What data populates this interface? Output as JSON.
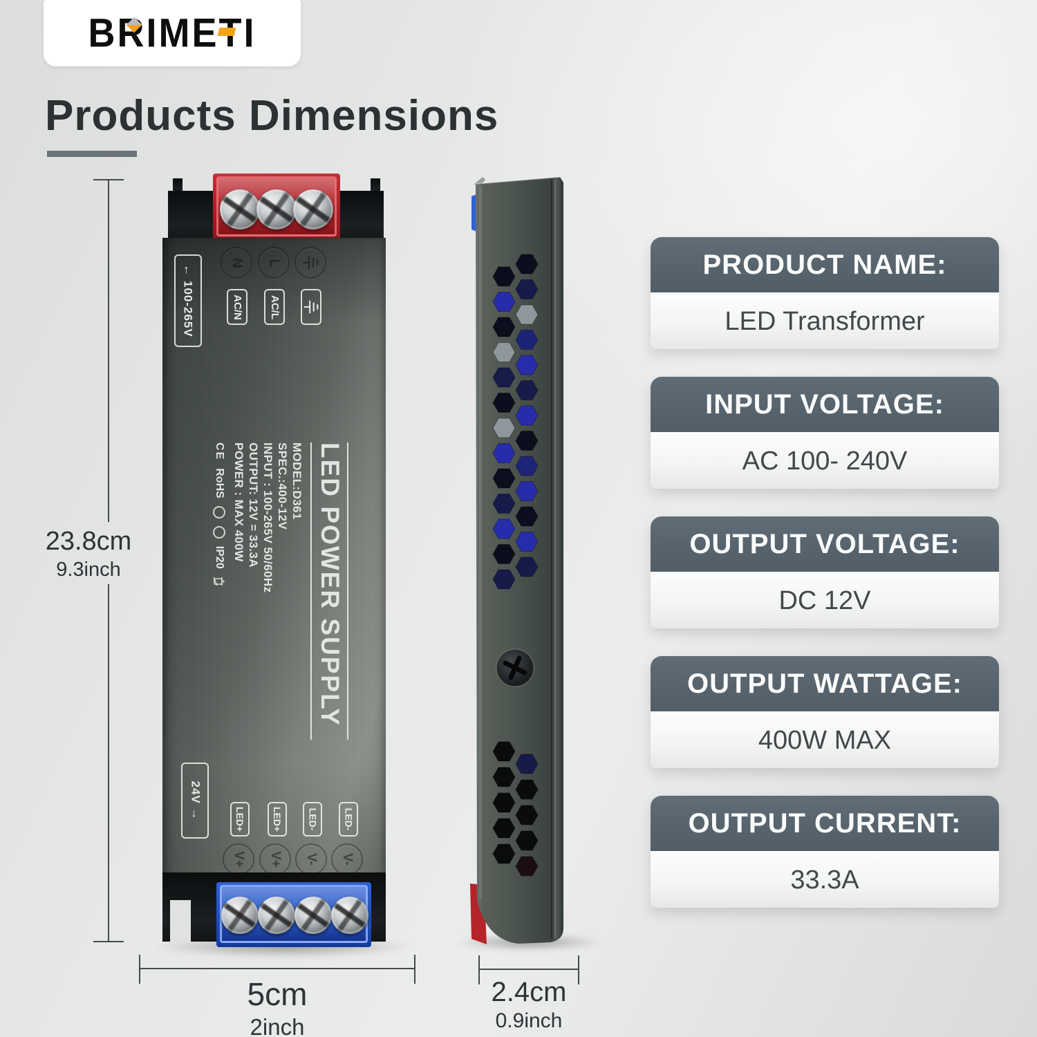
{
  "brand": {
    "name": "BRIMETI"
  },
  "title": "Products Dimensions",
  "dimensions": {
    "height_cm": "23.8cm",
    "height_inch": "9.3inch",
    "width_cm": "5cm",
    "width_inch": "2inch",
    "depth_cm": "2.4cm",
    "depth_inch": "0.9inch"
  },
  "front_device": {
    "input_range": "← 100-265V",
    "terminal_marks": {
      "n": "N",
      "l": "L"
    },
    "input_terminals": [
      "AC/N",
      "AC/L"
    ],
    "panel": {
      "title": "LED POWER SUPPLY",
      "model": "MODEL:D361",
      "spec": "SPEC.:400-12V",
      "input": "INPUT : 100-265V 50/60Hz",
      "output": "OUTPUT: 12V = 33.3A",
      "power": "POWER : MAX 400W",
      "ce": "CE",
      "rohs": "RoHS",
      "ip": "IP20"
    },
    "output_range": "24V →",
    "output_terminals": [
      "LED+",
      "LED+",
      "LED-",
      "LED-"
    ],
    "output_marks": [
      "V+",
      "V+",
      "V-",
      "V-"
    ]
  },
  "specs": [
    {
      "label": "PRODUCT NAME:",
      "value": "LED Transformer"
    },
    {
      "label": "INPUT VOLTAGE:",
      "value": "AC 100- 240V"
    },
    {
      "label": "OUTPUT VOLTAGE:",
      "value": "DC 12V"
    },
    {
      "label": "OUTPUT WATTAGE:",
      "value": "400W MAX"
    },
    {
      "label": "OUTPUT CURRENT:",
      "value": "33.3A"
    }
  ],
  "colors": {
    "card_header": "#57636c",
    "brand_accent": "#f2a31b",
    "text_dark": "#2c3134",
    "device_body": "#5a615c",
    "terminal_red": "#a61e24",
    "terminal_blue": "#1e4fbe"
  }
}
